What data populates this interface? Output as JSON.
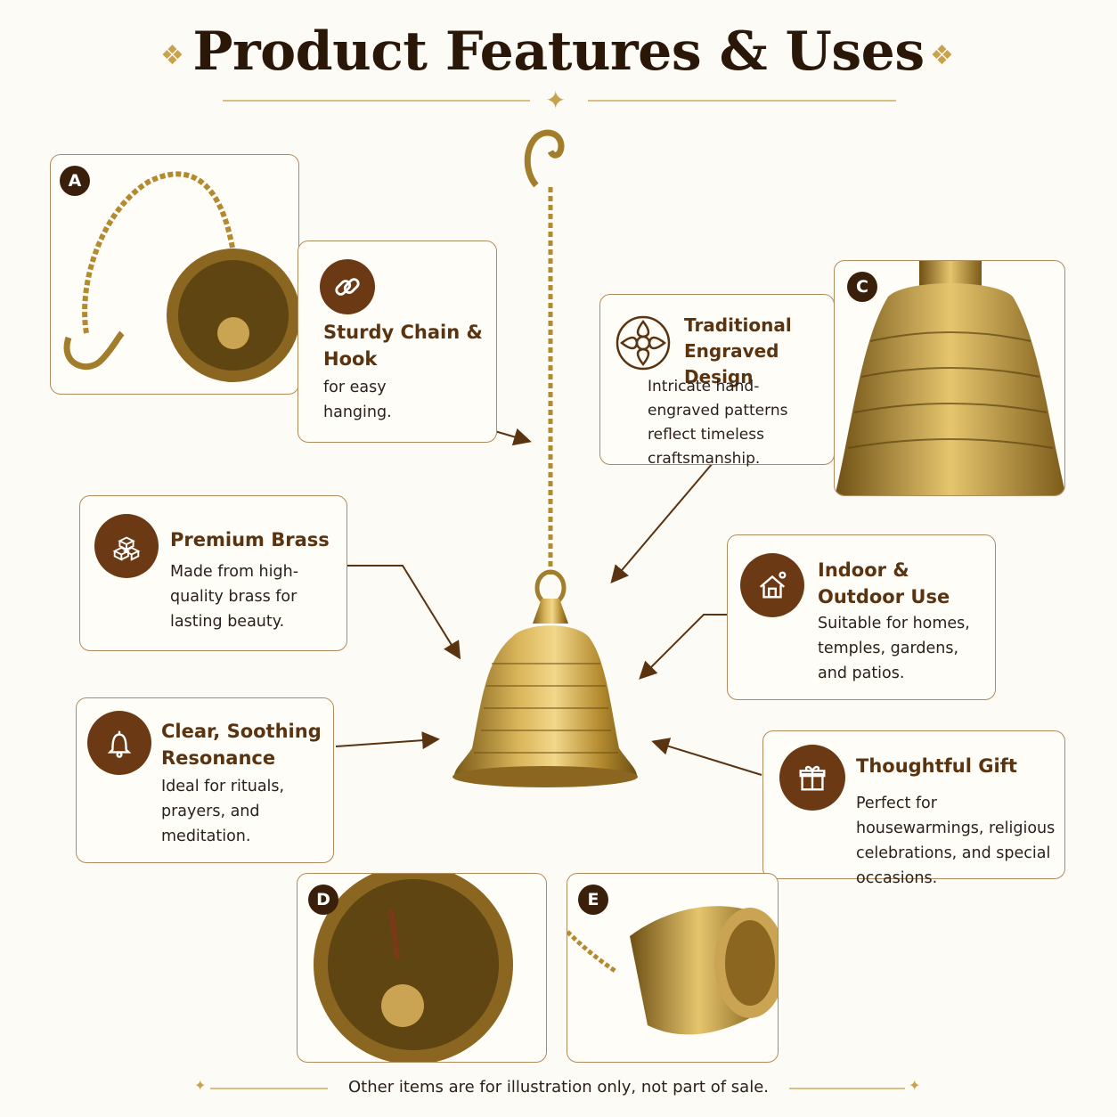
{
  "header": {
    "title": "Product Features & Uses"
  },
  "features": [
    {
      "id": "chain",
      "title": "Sturdy Chain & Hook",
      "desc": "for easy hanging.",
      "icon": "chain-link-icon"
    },
    {
      "id": "design",
      "title": "Traditional Engraved Design",
      "desc": "Intricate hand-engraved patterns reflect timeless craftsmanship.",
      "icon": "mandala-flower-icon"
    },
    {
      "id": "brass",
      "title": "Premium Brass",
      "desc": "Made from high-quality brass for lasting beauty.",
      "icon": "brass-blocks-icon"
    },
    {
      "id": "indoor",
      "title": "Indoor & Outdoor Use",
      "desc": "Suitable for homes, temples, gardens, and patios.",
      "icon": "house-sun-icon"
    },
    {
      "id": "sound",
      "title": "Clear, Soothing Resonance",
      "desc": "Ideal for rituals, prayers, and meditation.",
      "icon": "bell-icon"
    },
    {
      "id": "gift",
      "title": "Thoughtful Gift",
      "desc": "Perfect for housewarmings, religious celebrations, and special occasions.",
      "icon": "gift-box-icon"
    }
  ],
  "detail_badges": [
    "A",
    "C",
    "D",
    "E"
  ],
  "footer": {
    "note": "Other items are for illustration only, not part of sale."
  },
  "colors": {
    "accent": "#6b3a14",
    "brass": "#b8922f",
    "background": "#fdfbf6"
  }
}
